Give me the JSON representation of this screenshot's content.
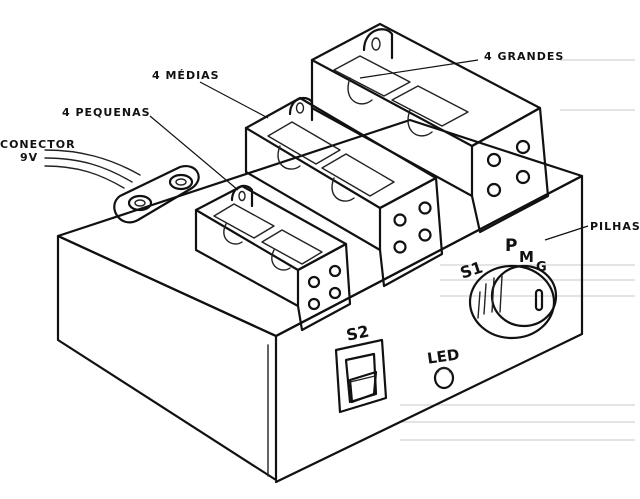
{
  "labels": {
    "small": "4 PEQUENAS",
    "medium": "4 MÉDIAS",
    "large": "4 GRANDES",
    "connector_line1": "CONECTOR",
    "connector_line2": "9V",
    "batteries": "PILHAS",
    "switch_s1": "S1",
    "switch_s2": "S2",
    "selector_p": "P",
    "selector_m": "M",
    "selector_g": "G",
    "led": "LED"
  },
  "colors": {
    "ink": "#111111",
    "paper": "#ffffff",
    "bleed": "#c9c9c9"
  }
}
